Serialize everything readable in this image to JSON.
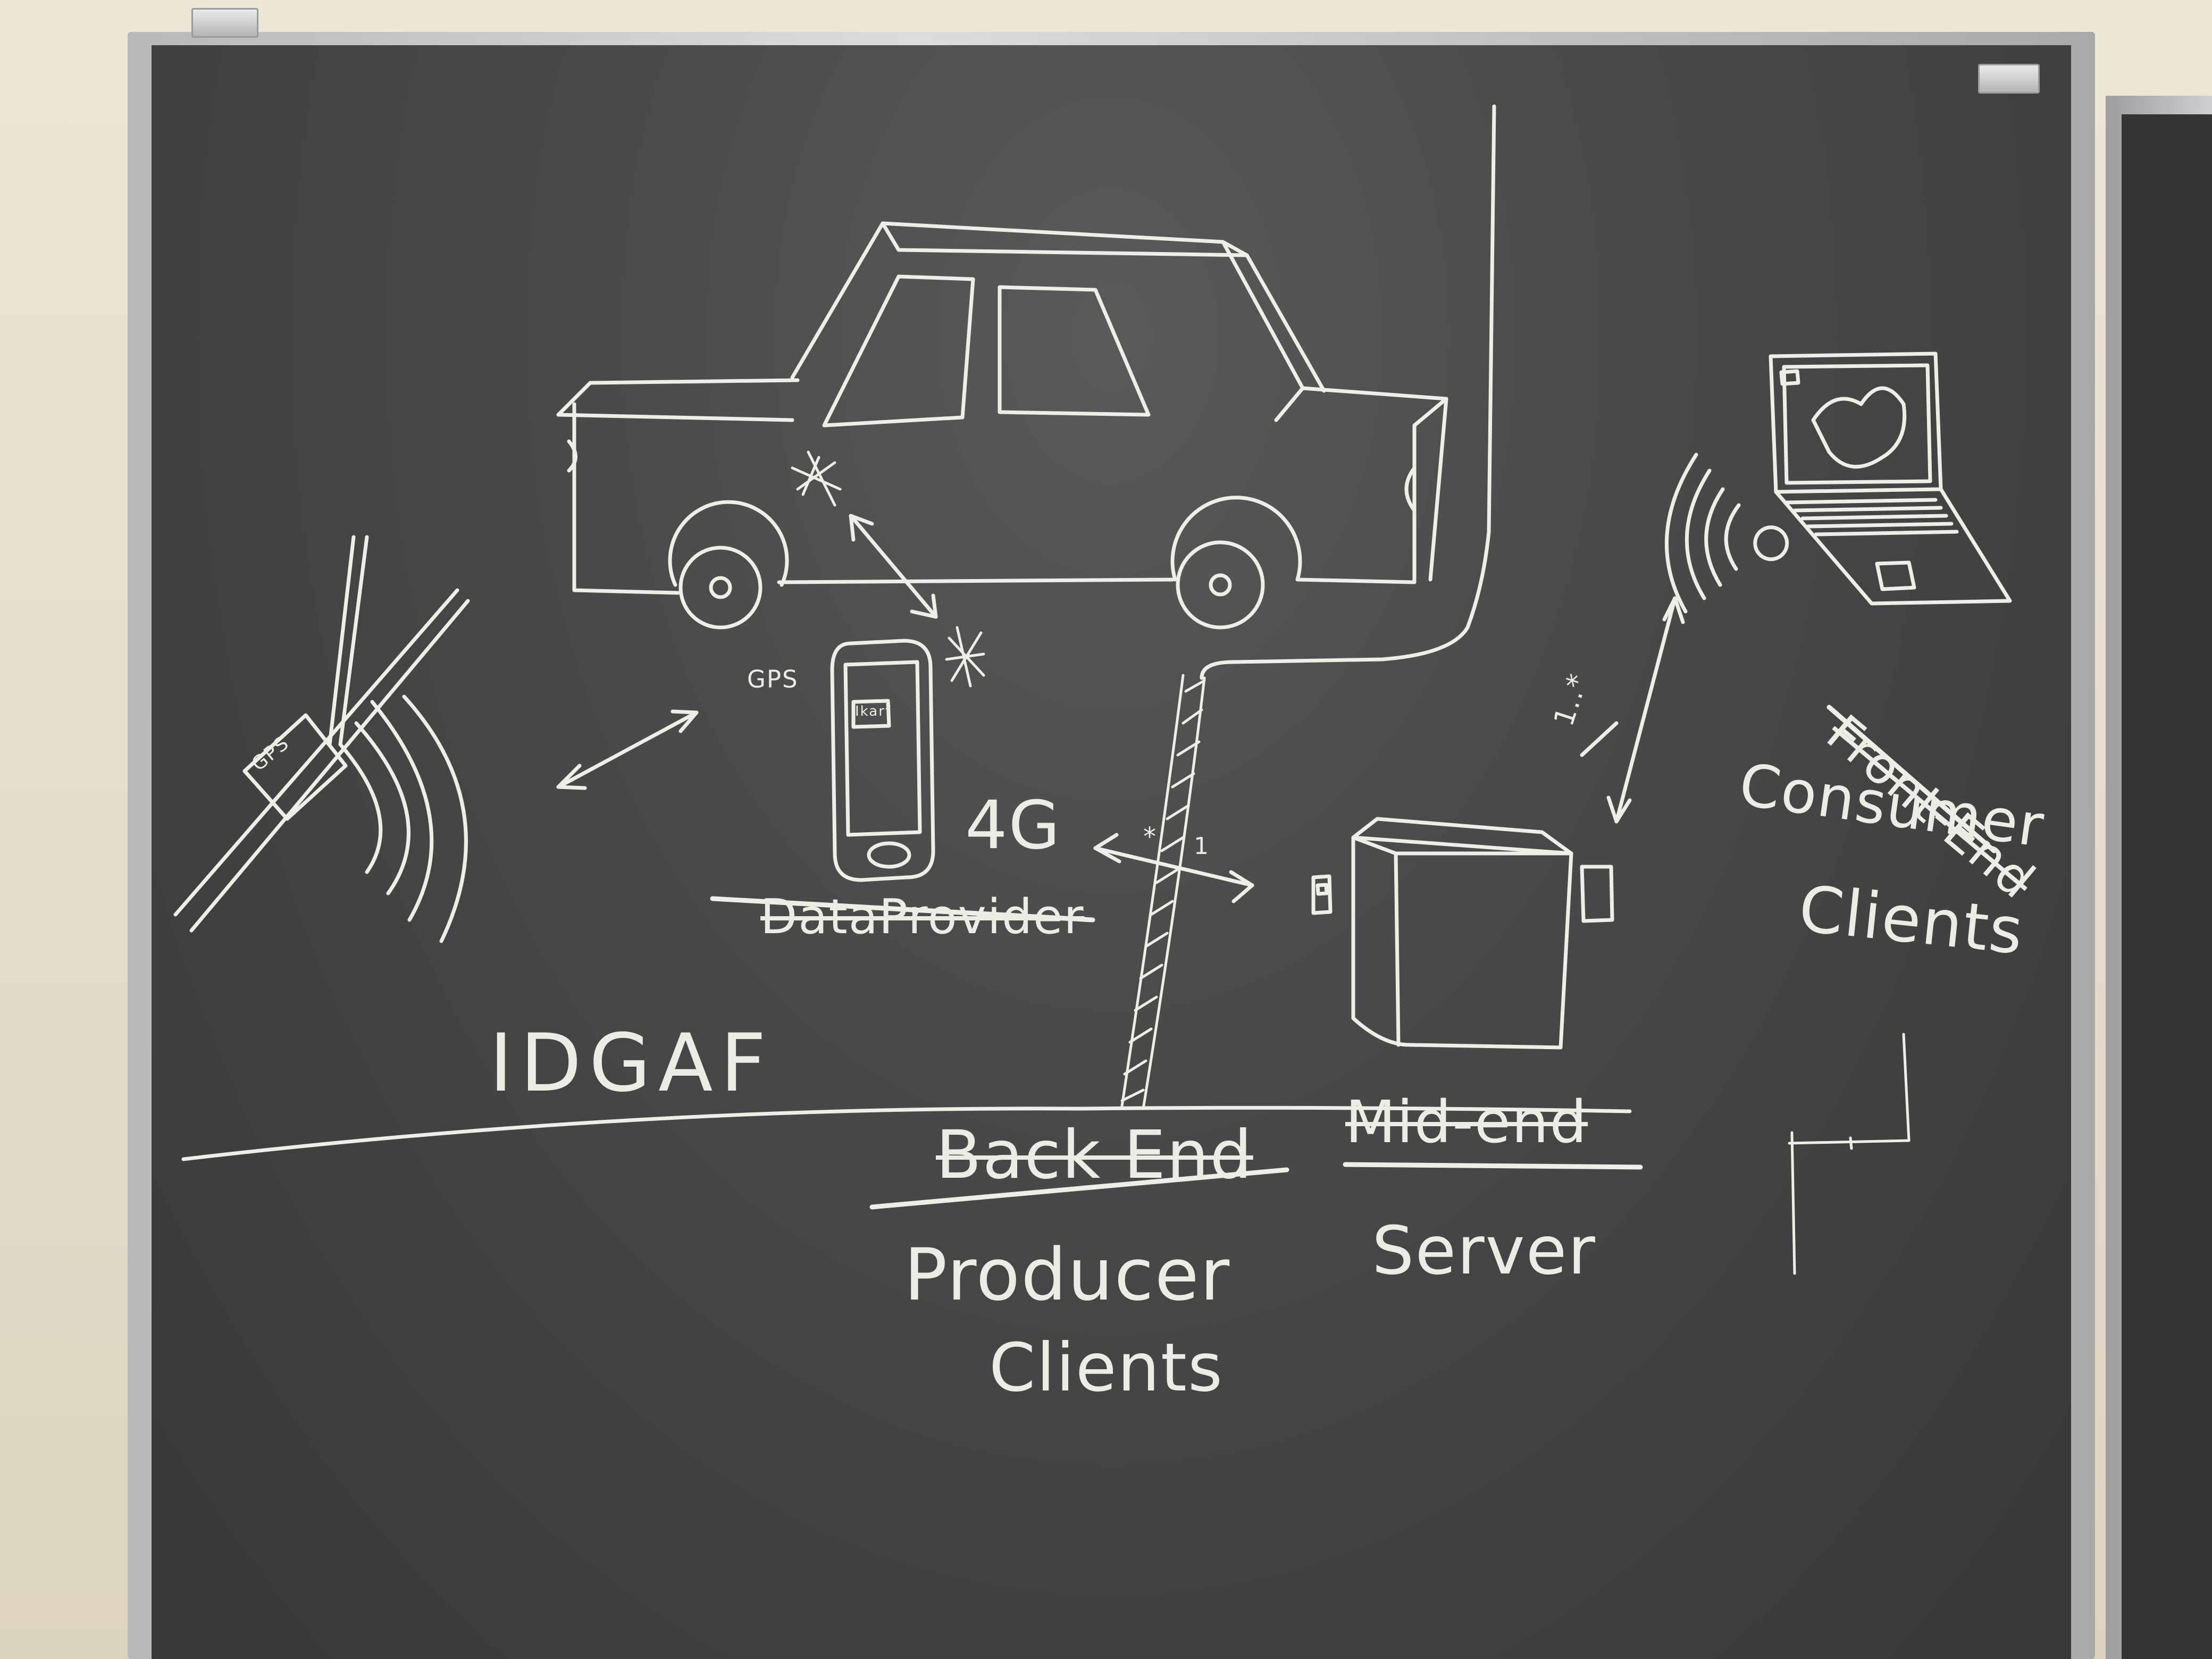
{
  "diagram": {
    "labels": {
      "satellite_gps": "GPS",
      "phone_gps": "GPS",
      "phone_screen": "Ikarf",
      "network": "4G",
      "data_provider": "DataProvider",
      "idgaf": "IDGAF",
      "back_end": "Back End",
      "producer_clients_line1": "Producer",
      "producer_clients_line2": "Clients",
      "mid_end": "Mid-end",
      "server": "Server",
      "front_end": "Front-End",
      "consumer_clients_line1": "Consumer",
      "consumer_clients_line2": "Clients"
    },
    "multiplicities": {
      "phone_server_left": "*",
      "phone_server_right": "1",
      "server_laptop": "1..*"
    },
    "struck_through": [
      "data_provider",
      "back_end",
      "mid_end",
      "front_end"
    ],
    "icons": [
      "satellite",
      "car",
      "bluetooth",
      "smartphone",
      "server-box",
      "laptop"
    ],
    "colors": {
      "chalk": "#eeeee6",
      "board": "#454545",
      "frame": "#c8c8c8",
      "wall": "#e4dcc9"
    }
  }
}
